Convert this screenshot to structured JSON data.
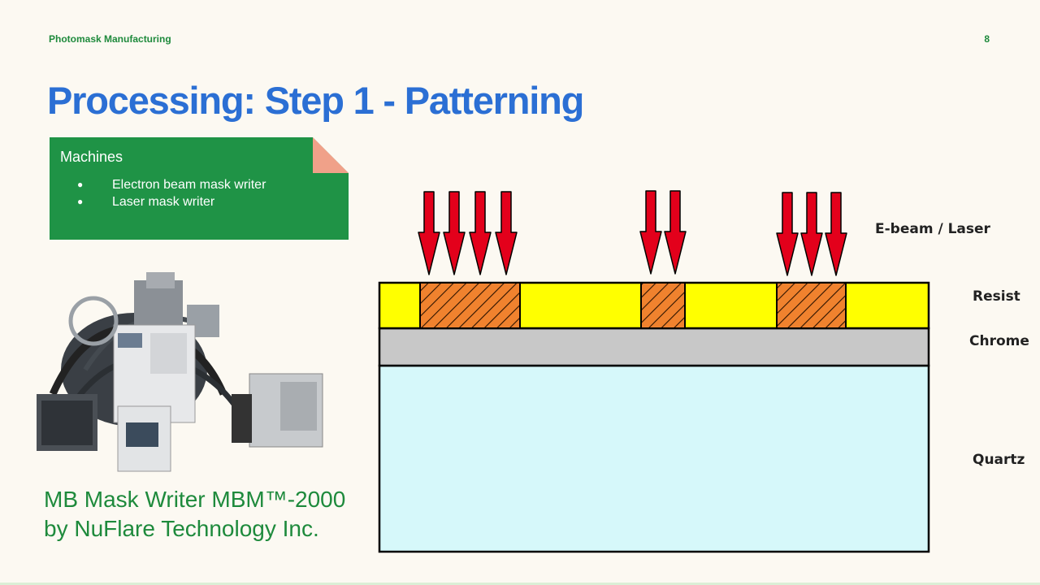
{
  "header": {
    "deck_title": "Photomask Manufacturing",
    "page_number": "8"
  },
  "slide": {
    "title": "Processing: Step 1 - Patterning"
  },
  "machines_box": {
    "heading": "Machines",
    "items": [
      "Electron beam mask writer",
      "Laser mask writer"
    ]
  },
  "photo": {
    "caption_line1": "MB Mask Writer MBM™-2000",
    "caption_line2": "by NuFlare Technology Inc."
  },
  "diagram": {
    "labels": {
      "beam": "E-beam / Laser",
      "resist": "Resist",
      "chrome": "Chrome",
      "quartz": "Quartz"
    },
    "colors": {
      "resist": "#ffff00",
      "exposed": "#f0822e",
      "chrome": "#c8c8c8",
      "quartz": "#d6f8fa",
      "arrow": "#e3001b"
    },
    "arrow_groups": [
      4,
      2,
      3
    ]
  }
}
